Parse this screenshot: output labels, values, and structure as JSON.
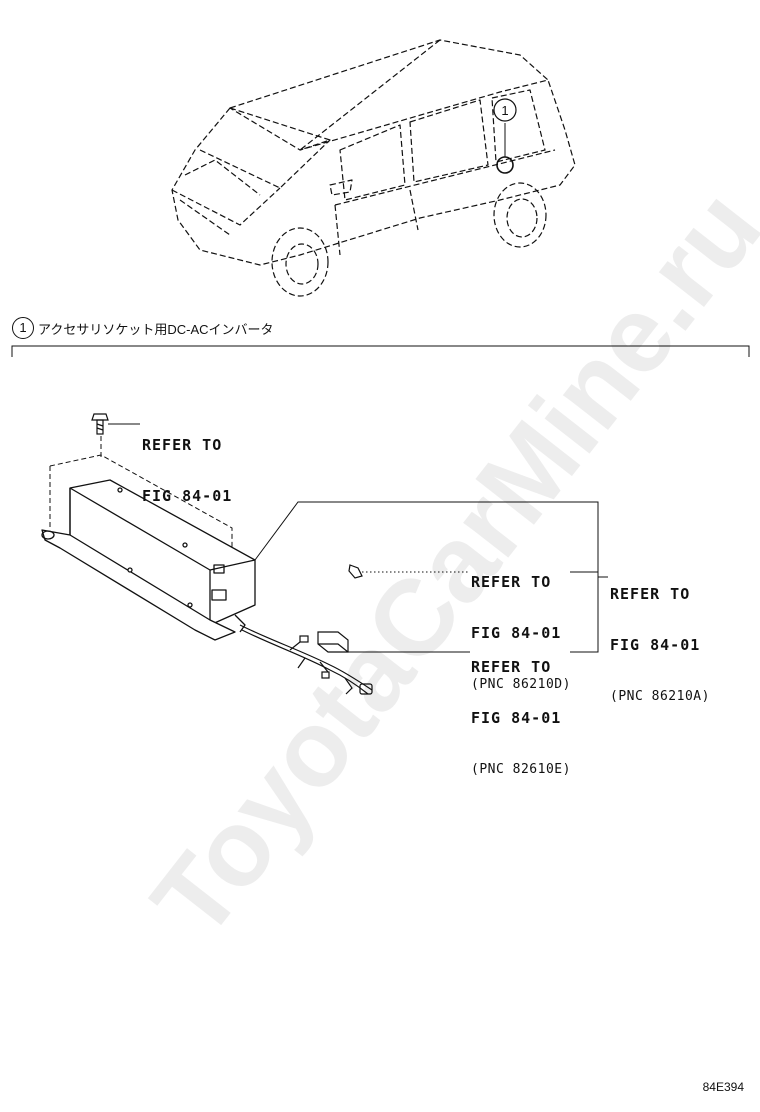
{
  "callout": {
    "number": "1",
    "caption": "アクセサリソケット用DC-ACインバータ"
  },
  "labels": {
    "bolt_ref": {
      "line1": "REFER TO",
      "line2": "FIG 84-01"
    },
    "socket_ref": {
      "line1": "REFER TO",
      "line2": "FIG 84-01",
      "pnc": "(PNC 86210D)"
    },
    "harness_ref": {
      "line1": "REFER TO",
      "line2": "FIG 84-01",
      "pnc": "(PNC 82610E)"
    },
    "group_ref": {
      "line1": "REFER TO",
      "line2": "FIG 84-01",
      "pnc": "(PNC 86210A)"
    }
  },
  "figure_code": "84E394",
  "watermark": "ToyotaCarMine.ru"
}
